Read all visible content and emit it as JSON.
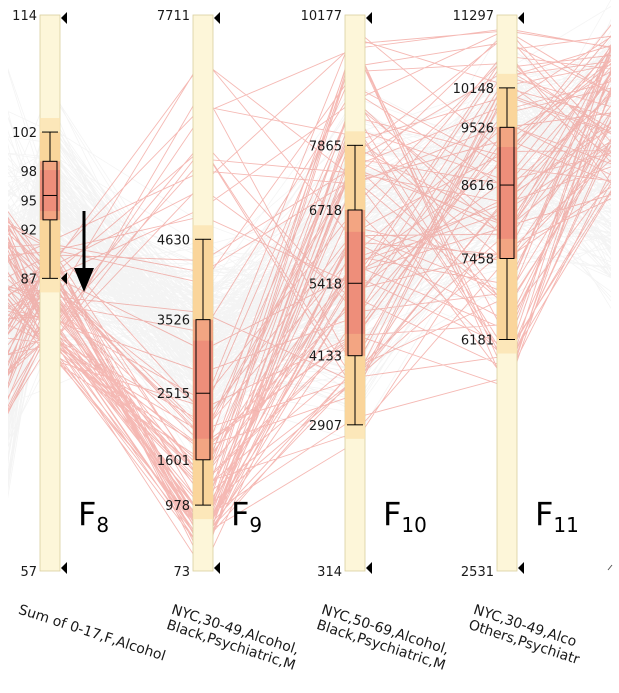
{
  "chart_data": {
    "type": "parallel-coordinates",
    "title": "",
    "axes": [
      {
        "id": "F8",
        "letter": "F",
        "index": "8",
        "label_lines": [
          "Sum of 0-17,F,Alcohol"
        ],
        "min": 57,
        "max": 114,
        "ticks": [
          114,
          102,
          98,
          95,
          92,
          87,
          57
        ],
        "box": {
          "whisker_low": 87,
          "q1": 93,
          "median": 95.5,
          "q3": 99,
          "whisker_high": 102
        },
        "marker": 87
      },
      {
        "id": "F9",
        "letter": "F",
        "index": "9",
        "label_lines": [
          "NYC,30-49,Alcohol,",
          "Black,Psychiatric,M"
        ],
        "min": 73,
        "max": 7711,
        "ticks": [
          7711,
          4630,
          3526,
          2515,
          1601,
          978,
          73
        ],
        "box": {
          "whisker_low": 978,
          "q1": 1601,
          "median": 2515,
          "q3": 3526,
          "whisker_high": 4630
        }
      },
      {
        "id": "F10",
        "letter": "F",
        "index": "10",
        "label_lines": [
          "NYC,50-69,Alcohol,",
          "Black,Psychiatric,M"
        ],
        "min": 314,
        "max": 10177,
        "ticks": [
          10177,
          7865,
          6718,
          5418,
          4133,
          2907,
          314
        ],
        "box": {
          "whisker_low": 2907,
          "q1": 4133,
          "median": 5418,
          "q3": 6718,
          "whisker_high": 7865
        }
      },
      {
        "id": "F11",
        "letter": "F",
        "index": "11",
        "label_lines": [
          "NYC,30-49,Alco",
          "Others,Psychiatr"
        ],
        "min": 2531,
        "max": 11297,
        "ticks": [
          11297,
          10148,
          9526,
          8616,
          7458,
          6181,
          2531
        ],
        "box": {
          "whisker_low": 6181,
          "q1": 7458,
          "median": 8616,
          "q3": 9526,
          "whisker_high": 10148
        }
      }
    ],
    "highlight_color": "#e8584c",
    "context_color": "#b8b8b8",
    "annotation": "arrow pointing down at F8 = 87"
  }
}
